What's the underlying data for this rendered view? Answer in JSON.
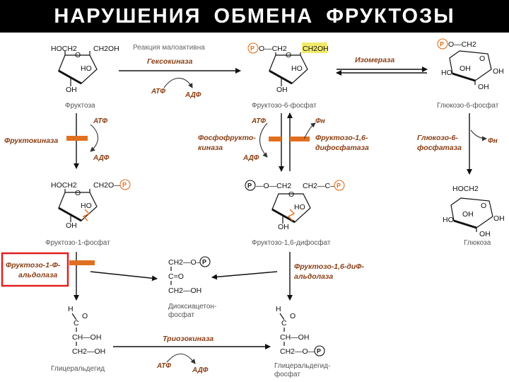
{
  "title": "НАРУШЕНИЯ  ОБМЕНА  ФРУКТОЗЫ",
  "colors": {
    "accent": "#e07020",
    "enzyme_text": "#8a3f14",
    "highlight": "#f2ea6b",
    "outline": "#e02020"
  },
  "formula": {
    "hoch2": "HOCH2",
    "ch2oh": "CH2OH",
    "ho": "HO",
    "oh": "OH",
    "h": "H",
    "o": "O",
    "p": "P",
    "och2": "O—CH2",
    "ch2o": "CH2O—",
    "ch2c": "CH2—C—",
    "p_och2": "—O—CH2",
    "ch2_o": "CH2—O—",
    "c_eq_o": "C=O",
    "ch2_oh": "CH2—OH",
    "ald_c": "C",
    "ch_oh": "CH—OH",
    "ch2oh_dash": "CH2—OH",
    "ch2o_dash": "CH2—O—"
  },
  "compounds": {
    "fructose": "Фруктоза",
    "fructose_6p": "Фруктозо-6-фосфат",
    "glucose_6p": "Глюкозо-6-фосфат",
    "fructose_1p": "Фруктозо-1-фосфат",
    "fructose_16bp": "Фруктозо-1,6-дифосфат",
    "glucose": "Глюкоза",
    "dhap_line1": "Диоксиацетон-",
    "dhap_line2": "фосфат",
    "glyceraldehyde": "Глицеральдегид",
    "g3p_line1": "Глицеральдегид-",
    "g3p_line2": "фосфат"
  },
  "enzymes": {
    "hexokinase_note": "Реакция малоактивна",
    "hexokinase": "Гексокиназа",
    "isomerase": "Изомераза",
    "fructokinase": "Фруктокиназа",
    "pfk_line1": "Фосфофрукто-",
    "pfk_line2": "киназа",
    "fbpase_line1": "Фруктозо-1,6-",
    "fbpase_line2": "дифосфатаза",
    "g6pase_line1": "Глюкозо-6-",
    "g6pase_line2": "фосфатаза",
    "aldolase_b_line1": "Фруктозо-1-Ф-",
    "aldolase_b_line2": "альдолаза",
    "aldolase_a_line1": "Фруктозо-1,6-диФ-",
    "aldolase_a_line2": "альдолаза",
    "triosekinase": "Триозокиназа"
  },
  "cofactors": {
    "atp": "АТФ",
    "adp": "АДФ",
    "pi": "Фн"
  }
}
